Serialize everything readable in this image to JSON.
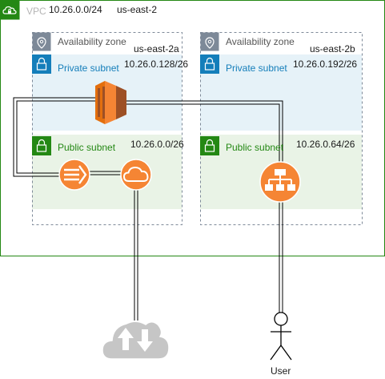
{
  "vpc": {
    "label": "VPC",
    "cidr": "10.26.0.0/24",
    "region": "us-east-2"
  },
  "zones": [
    {
      "az_label": "Availability zone",
      "az_name": "us-east-2a",
      "private_subnet": {
        "label": "Private subnet",
        "cidr": "10.26.0.128/26"
      },
      "public_subnet": {
        "label": "Public subnet",
        "cidr": "10.26.0.0/26"
      }
    },
    {
      "az_label": "Availability zone",
      "az_name": "us-east-2b",
      "private_subnet": {
        "label": "Private subnet",
        "cidr": "10.26.0.192/26"
      },
      "public_subnet": {
        "label": "Public subnet",
        "cidr": "10.26.0.64/26"
      }
    }
  ],
  "actors": {
    "user_label": "User"
  },
  "icons": {
    "vpc": "vpc-cloud-lock-icon",
    "az": "location-pin-icon",
    "subnet": "padlock-icon",
    "ec2": "ec2-instance-icon",
    "nat": "nat-gateway-icon",
    "igw": "internet-gateway-icon",
    "elb": "load-balancer-icon",
    "internet": "internet-cloud-icon",
    "user": "user-stick-figure-icon"
  },
  "colors": {
    "vpc_border": "#248814",
    "private_fill": "#e6f2f8",
    "private_accent": "#147eba",
    "public_fill": "#e9f3e6",
    "public_accent": "#248814",
    "orange": "#f58534",
    "ec2_orange": "#e36f0e",
    "internet_cloud": "#c6c6c6"
  }
}
